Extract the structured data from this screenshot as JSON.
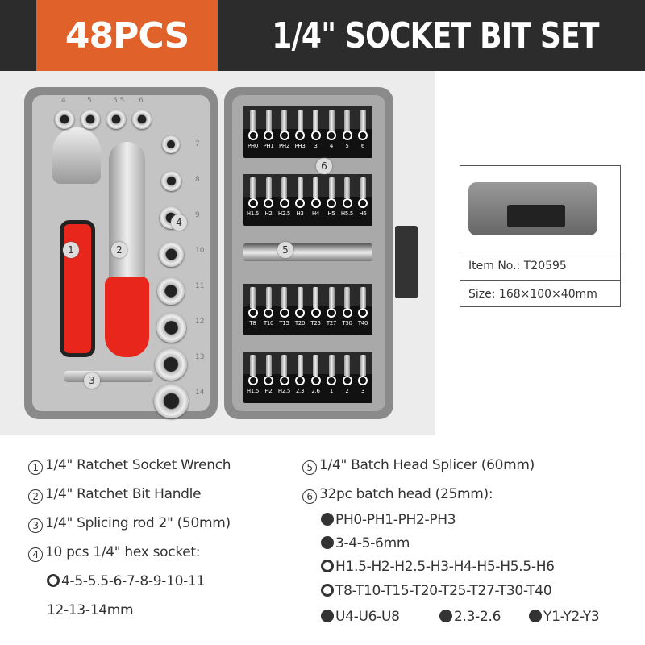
{
  "header": {
    "badge": "48PCS",
    "title": "1/4\" SOCKET BIT SET"
  },
  "colors": {
    "accent": "#e0622a",
    "header_bg": "#2c2c2c",
    "handle_red": "#e8261c"
  },
  "photo": {
    "top_socket_sizes": [
      "4",
      "5",
      "5.5",
      "6"
    ],
    "side_socket_sizes": [
      "7",
      "8",
      "9",
      "10",
      "11",
      "12",
      "13",
      "14"
    ],
    "callouts": [
      "1",
      "2",
      "3",
      "4",
      "5",
      "6"
    ],
    "bit_rows": [
      {
        "labels": [
          "PH0",
          "PH1",
          "PH2",
          "PH3",
          "3",
          "4",
          "5",
          "6"
        ],
        "icon": "phillips-slotted"
      },
      {
        "labels": [
          "H1.5",
          "H2",
          "H2.5",
          "H3",
          "H4",
          "H5",
          "H5.5",
          "H6"
        ],
        "icon": "hex"
      },
      {
        "labels": [
          "T8",
          "T10",
          "T15",
          "T20",
          "T25",
          "T27",
          "T30",
          "T40"
        ],
        "icon": "torx"
      },
      {
        "labels": [
          "H1.5",
          "H2",
          "H2.5",
          "2.3",
          "2.6",
          "1",
          "2",
          "3"
        ],
        "icon": "security"
      }
    ]
  },
  "info": {
    "item_no": "Item No.: T20595",
    "size": "Size: 168×100×40mm"
  },
  "legend": {
    "left": [
      {
        "n": "1",
        "text": "1/4\" Ratchet Socket Wrench"
      },
      {
        "n": "2",
        "text": "1/4\" Ratchet Bit Handle"
      },
      {
        "n": "3",
        "text": "1/4\" Splicing rod 2\" (50mm)"
      },
      {
        "n": "4",
        "text": "10 pcs 1/4\" hex socket:"
      }
    ],
    "socket_sizes_1": "4-5-5.5-6-7-8-9-10-11",
    "socket_sizes_2": "12-13-14mm",
    "right": [
      {
        "n": "5",
        "text": "1/4\" Batch Head Splicer (60mm)"
      },
      {
        "n": "6",
        "text": "32pc batch head (25mm):"
      }
    ],
    "bits": {
      "phillips": "PH0-PH1-PH2-PH3",
      "slotted": "3-4-5-6mm",
      "hex": "H1.5-H2-H2.5-H3-H4-H5-H5.5-H6",
      "torx": "T8-T10-T15-T20-T25-T27-T30-T40",
      "spanner": "U4-U6-U8",
      "triangle": "2.3-2.6",
      "tri_wing": "Y1-Y2-Y3"
    }
  }
}
